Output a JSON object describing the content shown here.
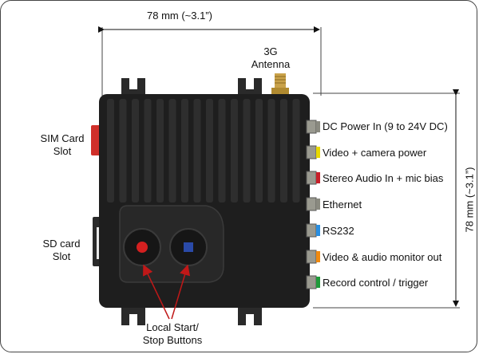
{
  "dimensions": {
    "width_label": "78 mm (~3.1”)",
    "height_label": "78 mm (~3.1”)"
  },
  "labels": {
    "antenna": [
      "3G",
      "Antenna"
    ],
    "sim_slot": [
      "SIM Card",
      "Slot"
    ],
    "sd_slot": [
      "SD card",
      "Slot"
    ],
    "buttons": [
      "Local Start/",
      "Stop Buttons"
    ]
  },
  "ports": [
    {
      "label": "DC Power In (9 to 24V DC)",
      "color": "#8a8a80"
    },
    {
      "label": "Video + camera power",
      "color": "#e8d800"
    },
    {
      "label": "Stereo Audio In + mic bias",
      "color": "#c8202a"
    },
    {
      "label": "Ethernet",
      "color": "#8a8a80"
    },
    {
      "label": "RS232",
      "color": "#2a8ee0"
    },
    {
      "label": "Video & audio monitor out",
      "color": "#f08a10"
    },
    {
      "label": "Record control / trigger",
      "color": "#1f9a3a"
    }
  ],
  "colors": {
    "case": "#1e1e1e",
    "sim_card": "#d0302a",
    "start_button": "#d42020",
    "stop_button": "#2a4aa8",
    "arrow": "#c01818"
  }
}
